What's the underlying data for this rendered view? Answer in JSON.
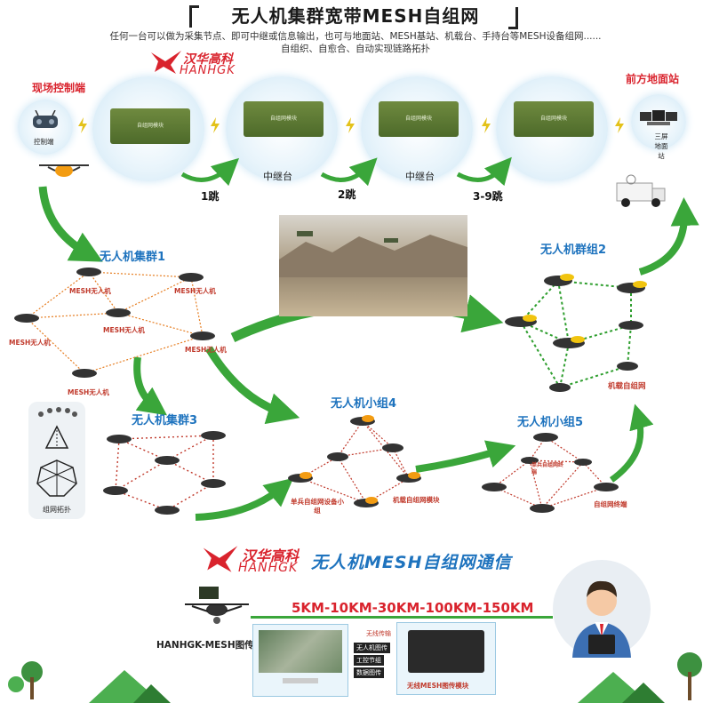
{
  "header": {
    "title": "无人机集群宽带MESH自组网",
    "subtitle_line1": "任何一台可以做为采集节点、即可中继或信息输出，也可与地面站、MESH基站、机载台、手持台等MESH设备组网......",
    "subtitle_line2": "自组织、自愈合、自动实现链路拓扑"
  },
  "brand": {
    "cn": "汉华高科",
    "en": "HANHGK"
  },
  "top_chain": {
    "left_label": "现场控制端",
    "controller_label": "控制端",
    "right_label": "前方地面站",
    "station_label": "三屏地面站",
    "module_text": "自组网模块",
    "relay_label": "中继台",
    "hops": [
      "1跳",
      "2跳",
      "3-9跳"
    ]
  },
  "clusters": {
    "cluster1": {
      "title": "无人机集群1",
      "node_label": "MESH无人机"
    },
    "cluster2": {
      "title": "无人机群组2",
      "note": "机载自组网"
    },
    "cluster3": {
      "title": "无人机集群3"
    },
    "group4": {
      "title": "无人机小组4",
      "note_a": "单兵自组网设备小组",
      "note_b": "机载自组网模块"
    },
    "group5": {
      "title": "无人机小组5",
      "note_a": "单兵自组网终端",
      "note_b": "自组网终端"
    }
  },
  "topology_label": "组网拓扑",
  "bottom": {
    "comm_title": "无人机MESH自组网通信",
    "range": "5KM-10KM-30KM-100KM-150KM",
    "device_label": "HANHGK-MESH图传",
    "wireless_label": "无线传输",
    "menu": [
      "无人机图传",
      "工控节组",
      "数据图传"
    ],
    "module_label": "无线MESH图传模块"
  },
  "colors": {
    "accent_red": "#d9232d",
    "accent_blue": "#1e73be",
    "arrow_green": "#3aa63a",
    "mesh_red": "#c0392b",
    "mesh_green": "#2e9e2e"
  }
}
